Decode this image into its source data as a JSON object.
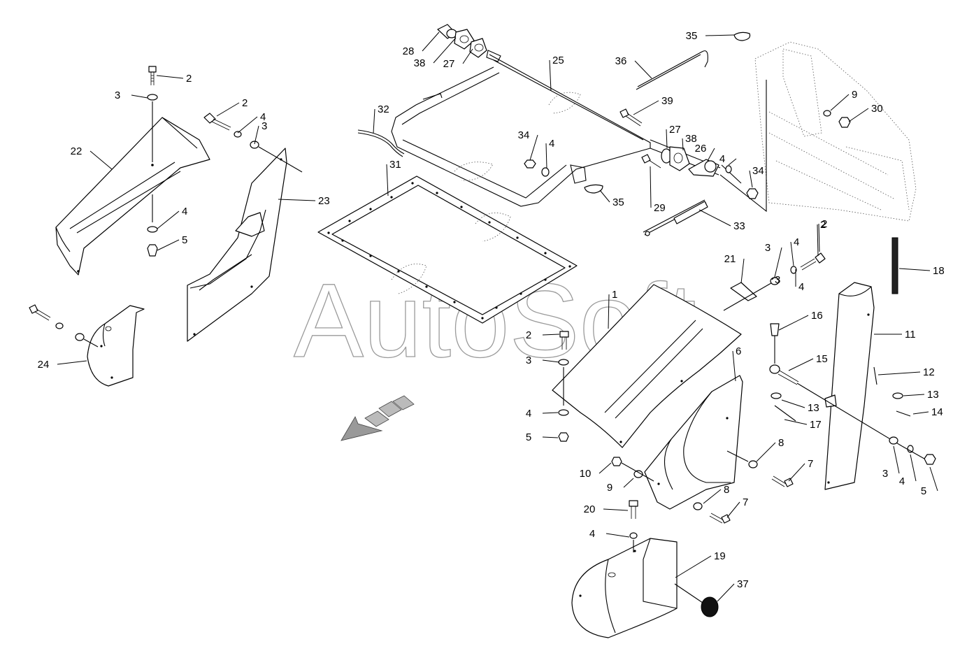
{
  "watermark": "AutoSoft",
  "callouts": [
    {
      "label": "28"
    },
    {
      "label": "38"
    },
    {
      "label": "27"
    },
    {
      "label": "25"
    },
    {
      "label": "35"
    },
    {
      "label": "36"
    },
    {
      "label": "2"
    },
    {
      "label": "3"
    },
    {
      "label": "2"
    },
    {
      "label": "4"
    },
    {
      "label": "3"
    },
    {
      "label": "22"
    },
    {
      "label": "23"
    },
    {
      "label": "4"
    },
    {
      "label": "5"
    },
    {
      "label": "32"
    },
    {
      "label": "31"
    },
    {
      "label": "39"
    },
    {
      "label": "34"
    },
    {
      "label": "4"
    },
    {
      "label": "27"
    },
    {
      "label": "38"
    },
    {
      "label": "26"
    },
    {
      "label": "4"
    },
    {
      "label": "34"
    },
    {
      "label": "35"
    },
    {
      "label": "29"
    },
    {
      "label": "33"
    },
    {
      "label": "9"
    },
    {
      "label": "30"
    },
    {
      "label": "2"
    },
    {
      "label": "4"
    },
    {
      "label": "3"
    },
    {
      "label": "24"
    },
    {
      "label": "1"
    },
    {
      "label": "2"
    },
    {
      "label": "3"
    },
    {
      "label": "4"
    },
    {
      "label": "5"
    },
    {
      "label": "21"
    },
    {
      "label": "3"
    },
    {
      "label": "4"
    },
    {
      "label": "2"
    },
    {
      "label": "18"
    },
    {
      "label": "16"
    },
    {
      "label": "11"
    },
    {
      "label": "15"
    },
    {
      "label": "12"
    },
    {
      "label": "6"
    },
    {
      "label": "13"
    },
    {
      "label": "13"
    },
    {
      "label": "14"
    },
    {
      "label": "17"
    },
    {
      "label": "8"
    },
    {
      "label": "7"
    },
    {
      "label": "10"
    },
    {
      "label": "9"
    },
    {
      "label": "8"
    },
    {
      "label": "7"
    },
    {
      "label": "3"
    },
    {
      "label": "4"
    },
    {
      "label": "5"
    },
    {
      "label": "20"
    },
    {
      "label": "4"
    },
    {
      "label": "19"
    },
    {
      "label": "37"
    }
  ]
}
